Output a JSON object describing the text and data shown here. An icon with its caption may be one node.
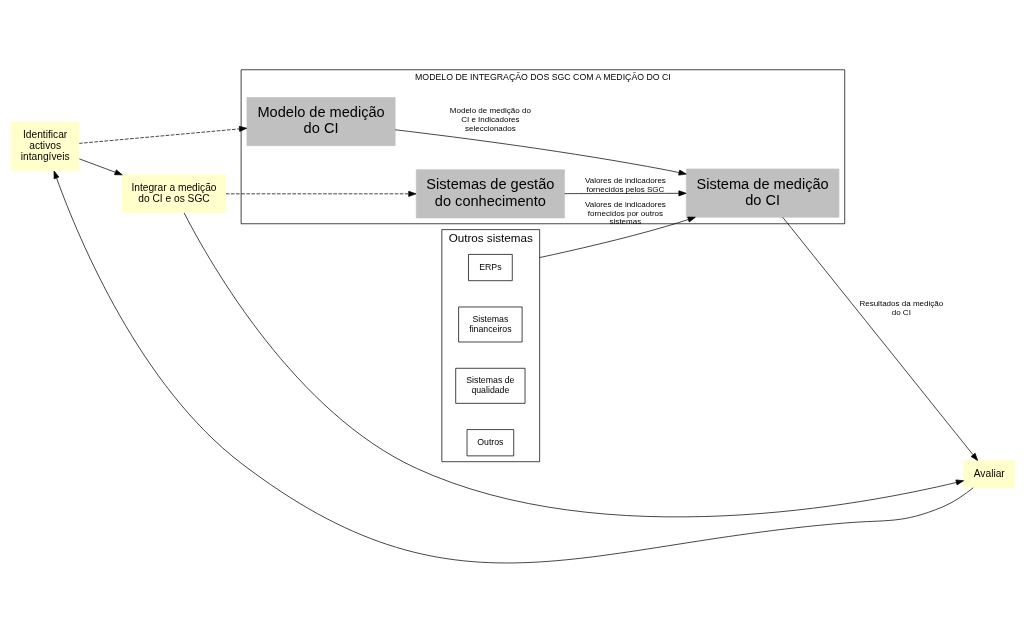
{
  "diagram": {
    "nodes": [
      {
        "text": [
          "Identificar activos intangíveis"
        ]
      },
      {
        "text": [
          "MODELO DE INTEGRAÇÃO DOS SGC COM A MEDIÇÃO DO CI"
        ]
      },
      {
        "text": [
          "Modelo de medição do CI"
        ],
        "in": 1
      },
      {
        "text": [
          "Integrar a medição do CI e os SGC"
        ]
      },
      {
        "text": [
          "Sistemas de gestão do conhecimento"
        ],
        "in": 1
      },
      {
        "text": [
          "Sistema de medição do CI"
        ],
        "in": 1
      },
      {
        "text": [
          "Avaliar"
        ]
      },
      {
        "text": [
          "Outros sistemas"
        ]
      },
      {
        "text": [
          "ERPs"
        ],
        "in": 7
      },
      {
        "text": [
          "Sistemas financeiros"
        ],
        "in": 7
      },
      {
        "text": [
          "Sistemas de qualidade"
        ],
        "in": 7
      },
      {
        "text": [
          "Outros"
        ],
        "in": 7
      }
    ],
    "edges": [
      {
        "from": 0,
        "to": 2,
        "arrow": "to",
        "style": "dashed"
      },
      {
        "from": 0,
        "to": 3,
        "arrow": "to"
      },
      {
        "from": 3,
        "to": 4,
        "arrow": "to",
        "style": "dashed"
      },
      {
        "from": 3,
        "to": 6,
        "arrow": "to"
      },
      {
        "from": 6,
        "to": 0,
        "arrow": "to"
      },
      {
        "from": 2,
        "to": 5,
        "arrow": "to",
        "label": "Modelo de medição do CI e Indicadores seleccionados"
      },
      {
        "from": 4,
        "to": 5,
        "arrow": "to",
        "label": "Valores de indicadores fornecidos pelos SGC"
      },
      {
        "from": 5,
        "to": 6,
        "arrow": "to",
        "label": "Resultados da medição do CI"
      },
      {
        "from": 7,
        "to": 5,
        "arrow": "to",
        "label": "Valores de indicadores fornecidos por outros sistemas"
      }
    ]
  }
}
